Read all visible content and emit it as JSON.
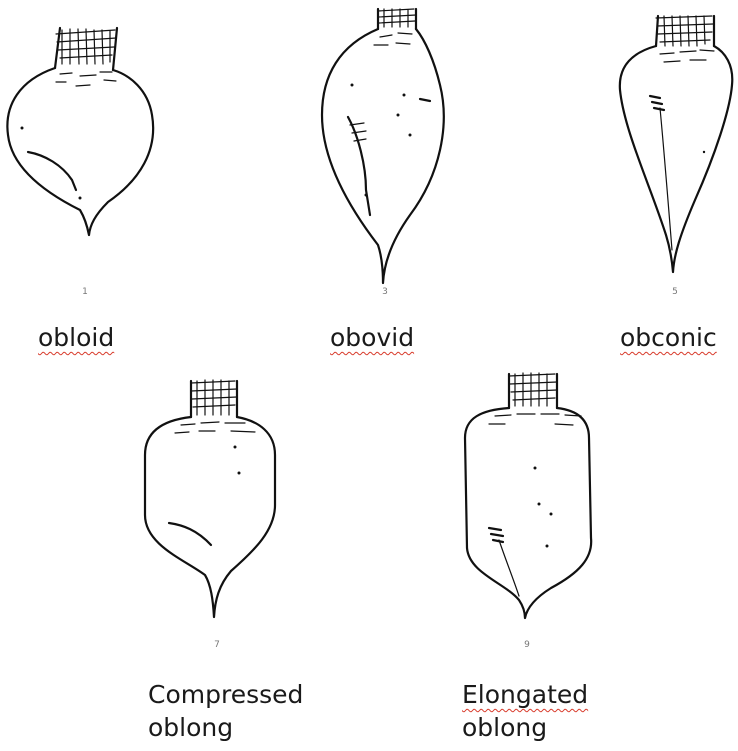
{
  "shapes": [
    {
      "number": "1",
      "label": "obloid",
      "spellcheck": true
    },
    {
      "number": "3",
      "label": "obovid",
      "spellcheck": true
    },
    {
      "number": "5",
      "label": "obconic",
      "spellcheck": true
    },
    {
      "number": "7",
      "label_line1": "Compressed",
      "label_line2": "oblong",
      "spellcheck": false
    },
    {
      "number": "9",
      "label_line1": "Elongated",
      "label_line2": "oblong",
      "spellcheck": true
    }
  ],
  "colors": {
    "ink": "#111111",
    "spellcheck_underline": "#d83a2a",
    "number_text": "#777777"
  }
}
